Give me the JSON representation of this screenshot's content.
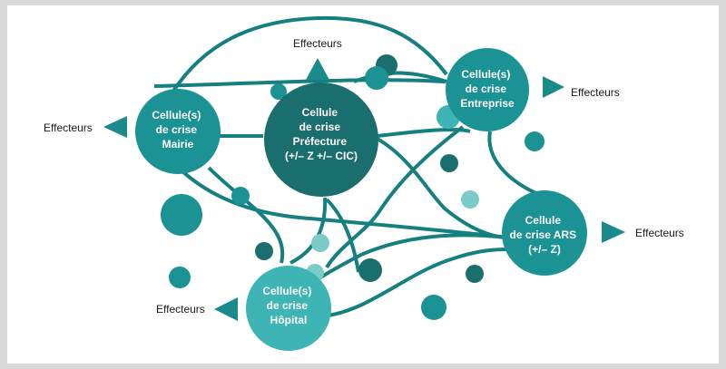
{
  "diagram": {
    "colors": {
      "edge": "#167f80",
      "node_dark": "#1b6e6e",
      "node_mid": "#1b9293",
      "node_light": "#3fb4b5",
      "node_pale": "#7dcbc8",
      "triangle": "#1b8a8b"
    },
    "nodes": {
      "mairie": {
        "lines": [
          "Cellule(s)",
          "de crise",
          "Mairie"
        ]
      },
      "prefecture": {
        "lines": [
          "Cellule",
          "de crise",
          "Préfecture",
          "(+/– Z +/– CIC)"
        ]
      },
      "entreprise": {
        "lines": [
          "Cellule(s)",
          "de crise",
          "Entreprise"
        ]
      },
      "ars": {
        "lines": [
          "Cellule",
          "de crise ARS",
          "(+/– Z)"
        ]
      },
      "hopital": {
        "lines": [
          "Cellule(s)",
          "de crise",
          "Hôpital"
        ]
      }
    },
    "effecteurs": {
      "left": "Effecteurs",
      "top": "Effecteurs",
      "right_top": "Effecteurs",
      "right_mid": "Effecteurs",
      "bottom": "Effecteurs"
    }
  }
}
